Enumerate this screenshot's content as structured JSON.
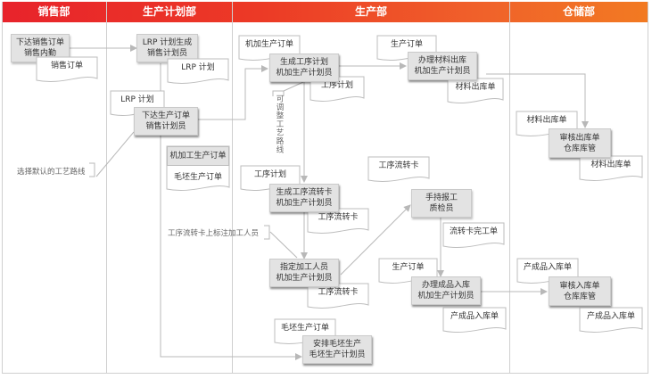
{
  "lanes": [
    {
      "id": "sales",
      "title": "销售部"
    },
    {
      "id": "planning",
      "title": "生产计划部"
    },
    {
      "id": "production",
      "title": "生产部"
    },
    {
      "id": "warehouse",
      "title": "仓储部"
    }
  ],
  "colors": {
    "header_start": "#e8232b",
    "header_end": "#f27a22",
    "process_fill": "#e3e3e3",
    "line": "#b0b0b0",
    "text": "#333333"
  },
  "processes": {
    "p1": {
      "line1": "下达销售订单",
      "line2": "销售内勤"
    },
    "p2": {
      "line1": "LRP 计划生成",
      "line2": "销售计划员"
    },
    "p3": {
      "line1": "下达生产订单",
      "line2": "销售计划员"
    },
    "p4": {
      "line1": "生成工序计划",
      "line2": "机加生产计划员"
    },
    "p5": {
      "line1": "办理材料出库",
      "line2": "机加生产计划员"
    },
    "p6": {
      "line1": "审核出库单",
      "line2": "仓库库管"
    },
    "p7": {
      "line1": "生成工序流转卡",
      "line2": "机加生产计划员"
    },
    "p8": {
      "line1": "指定加工人员",
      "line2": "机加生产计划员"
    },
    "p9": {
      "line1": "手持报工",
      "line2": "质检员"
    },
    "p10": {
      "line1": "办理成品入库",
      "line2": "机加生产计划员"
    },
    "p11": {
      "line1": "审核入库单",
      "line2": "仓库库管"
    },
    "p12": {
      "line1": "安排毛坯生产",
      "line2": "毛坯生产计划员"
    }
  },
  "documents": {
    "d1": "销售订单",
    "d2": "LRP 计划",
    "d3": "LRP 计划",
    "d4": "机加工生产订单",
    "d5": "毛坯生产订单",
    "d6": "机加生产订单",
    "d7": "工序计划",
    "d8": "生产订单",
    "d9": "材料出库单",
    "d10": "材料出库单",
    "d11": "材料出库单",
    "d12": "工序计划",
    "d13": "工序流转卡",
    "d14": "工序流转卡",
    "d15": "工序流转卡",
    "d16": "流转卡完工单",
    "d17": "生产订单",
    "d18": "产成品入库单",
    "d19": "产成品入库单",
    "d20": "产成品入库单",
    "d21": "毛坯生产订单"
  },
  "annotations": {
    "a1": "选择默认的工艺路线",
    "a2": "可调整工艺路线",
    "a3": "工序流转卡上标注加工人员"
  }
}
